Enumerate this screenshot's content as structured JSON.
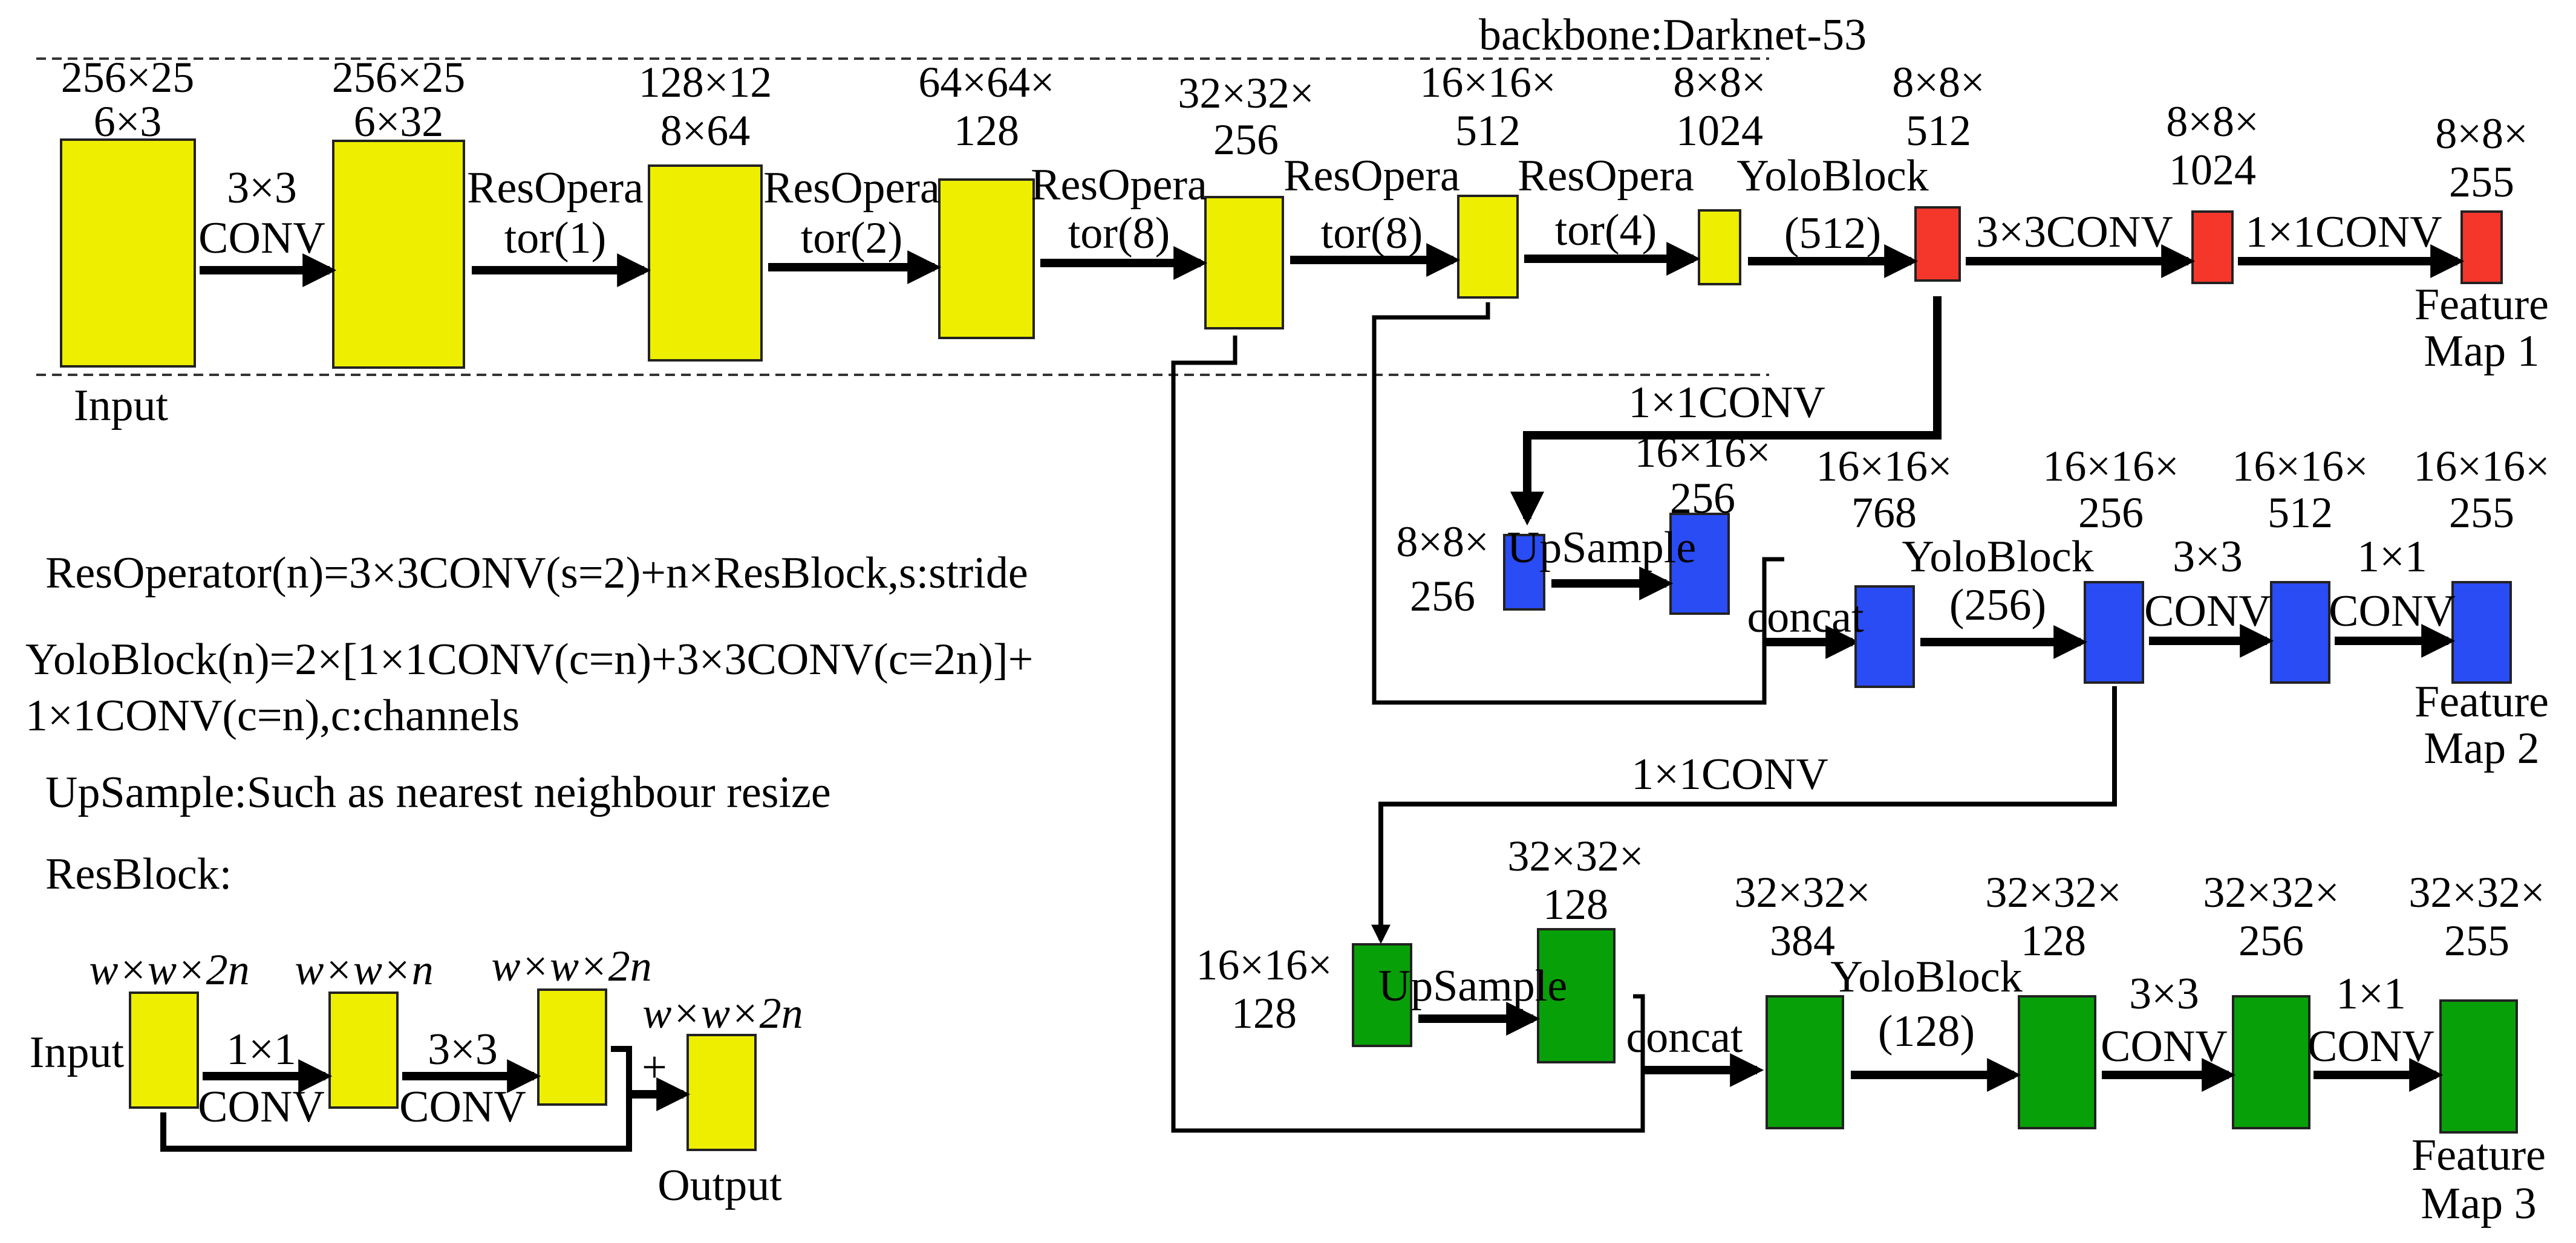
{
  "colors": {
    "backbone": "#eeee00",
    "scale1": "#f5362a",
    "scale2": "#2a4cf5",
    "scale3": "#08a008"
  },
  "backbone_label": "backbone:Darknet-53",
  "top_row": {
    "shapes": [
      [
        "256×25",
        "6×3"
      ],
      [
        "256×25",
        "6×32"
      ],
      [
        "128×12",
        "8×64"
      ],
      [
        "64×64×",
        "128"
      ],
      [
        "32×32×",
        "256"
      ],
      [
        "16×16×",
        "512"
      ],
      [
        "8×8×",
        "1024"
      ],
      [
        "8×8×",
        "512"
      ],
      [
        "8×8×",
        "1024"
      ],
      [
        "8×8×",
        "255"
      ]
    ],
    "ops": [
      [
        "3×3",
        "CONV"
      ],
      [
        "ResOpera",
        "tor(1)"
      ],
      [
        "ResOpera",
        "tor(2)"
      ],
      [
        "ResOpera",
        "tor(8)"
      ],
      [
        "ResOpera",
        "tor(8)"
      ],
      [
        "ResOpera",
        "tor(4)"
      ],
      [
        "YoloBlock",
        "(512)"
      ],
      [
        "3×3CONV"
      ],
      [
        "1×1CONV"
      ]
    ],
    "input_label": "Input",
    "feature_map": [
      "Feature",
      "Map 1"
    ]
  },
  "mid_row": {
    "conv_label": "1×1CONV",
    "in_shape": [
      "8×8×",
      "256"
    ],
    "upsample": "UpSample",
    "up_shape": [
      "16×16×",
      "256"
    ],
    "concat": "concat",
    "shapes": [
      [
        "16×16×",
        "768"
      ],
      [
        "16×16×",
        "256"
      ],
      [
        "16×16×",
        "512"
      ],
      [
        "16×16×",
        "255"
      ]
    ],
    "ops": [
      [
        "YoloBlock",
        "(256)"
      ],
      [
        "3×3",
        "CONV"
      ],
      [
        "1×1",
        "CONV"
      ]
    ],
    "feature_map": [
      "Feature",
      "Map 2"
    ]
  },
  "bot_row": {
    "conv_label": "1×1CONV",
    "in_shape": [
      "16×16×",
      "128"
    ],
    "upsample": "UpSample",
    "up_shape": [
      "32×32×",
      "128"
    ],
    "concat": "concat",
    "shapes": [
      [
        "32×32×",
        "384"
      ],
      [
        "32×32×",
        "128"
      ],
      [
        "32×32×",
        "256"
      ],
      [
        "32×32×",
        "255"
      ]
    ],
    "ops": [
      [
        "YoloBlock",
        "(128)"
      ],
      [
        "3×3",
        "CONV"
      ],
      [
        "1×1",
        "CONV"
      ]
    ],
    "feature_map": [
      "Feature",
      "Map 3"
    ]
  },
  "legend": {
    "resoperator": "ResOperator(n)=3×3CONV(s=2)+n×ResBlock,s:stride",
    "yoloblock_1": "YoloBlock(n)=2×[1×1CONV(c=n)+3×3CONV(c=2n)]+",
    "yoloblock_2": "1×1CONV(c=n),c:channels",
    "upsample": "UpSample:Such as nearest neighbour resize",
    "resblock": "ResBlock:"
  },
  "resblock": {
    "input": "Input",
    "output": "Output",
    "shapes": [
      "w×w×2n",
      "w×w×n",
      "w×w×2n",
      "w×w×2n"
    ],
    "ops": [
      [
        "1×1",
        "CONV"
      ],
      [
        "3×3",
        "CONV"
      ]
    ],
    "plus": "+"
  }
}
